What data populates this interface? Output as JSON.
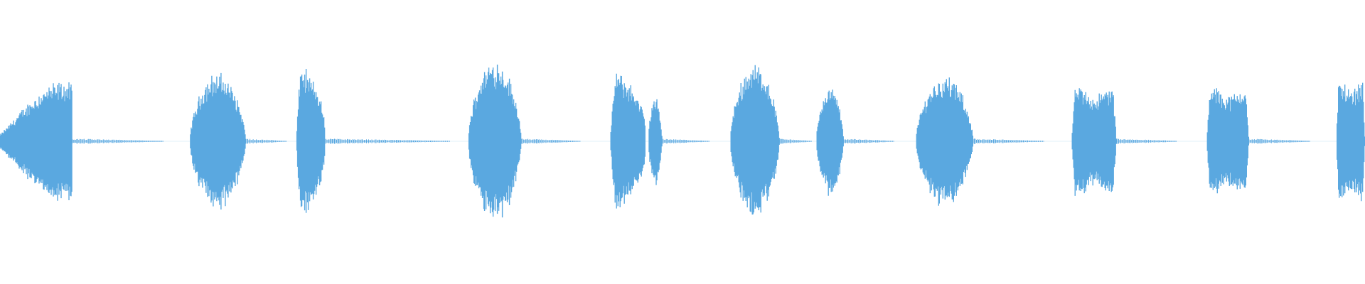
{
  "waveform": {
    "color": "#5aa8e0",
    "background": "#ffffff",
    "bursts": [
      {
        "start": 0.0,
        "end": 0.053,
        "peak": 0.48,
        "shape": "swell"
      },
      {
        "start": 0.139,
        "end": 0.18,
        "peak": 0.5,
        "shape": "dome"
      },
      {
        "start": 0.217,
        "end": 0.238,
        "peak": 0.57,
        "shape": "sharp"
      },
      {
        "start": 0.343,
        "end": 0.382,
        "peak": 0.6,
        "shape": "dome"
      },
      {
        "start": 0.447,
        "end": 0.473,
        "peak": 0.53,
        "shape": "sharp"
      },
      {
        "start": 0.475,
        "end": 0.485,
        "peak": 0.32,
        "shape": "dome"
      },
      {
        "start": 0.535,
        "end": 0.571,
        "peak": 0.57,
        "shape": "dome"
      },
      {
        "start": 0.598,
        "end": 0.618,
        "peak": 0.4,
        "shape": "dome"
      },
      {
        "start": 0.671,
        "end": 0.713,
        "peak": 0.48,
        "shape": "dome"
      },
      {
        "start": 0.785,
        "end": 0.818,
        "peak": 0.4,
        "shape": "flat"
      },
      {
        "start": 0.884,
        "end": 0.915,
        "peak": 0.4,
        "shape": "flat"
      },
      {
        "start": 0.979,
        "end": 1.0,
        "peak": 0.45,
        "shape": "flat"
      }
    ],
    "tails": [
      {
        "start": 0.053,
        "end": 0.12
      },
      {
        "start": 0.18,
        "end": 0.21
      },
      {
        "start": 0.238,
        "end": 0.33
      },
      {
        "start": 0.382,
        "end": 0.425
      },
      {
        "start": 0.485,
        "end": 0.52
      },
      {
        "start": 0.571,
        "end": 0.595
      },
      {
        "start": 0.618,
        "end": 0.655
      },
      {
        "start": 0.713,
        "end": 0.765
      },
      {
        "start": 0.818,
        "end": 0.862
      },
      {
        "start": 0.915,
        "end": 0.96
      }
    ]
  }
}
